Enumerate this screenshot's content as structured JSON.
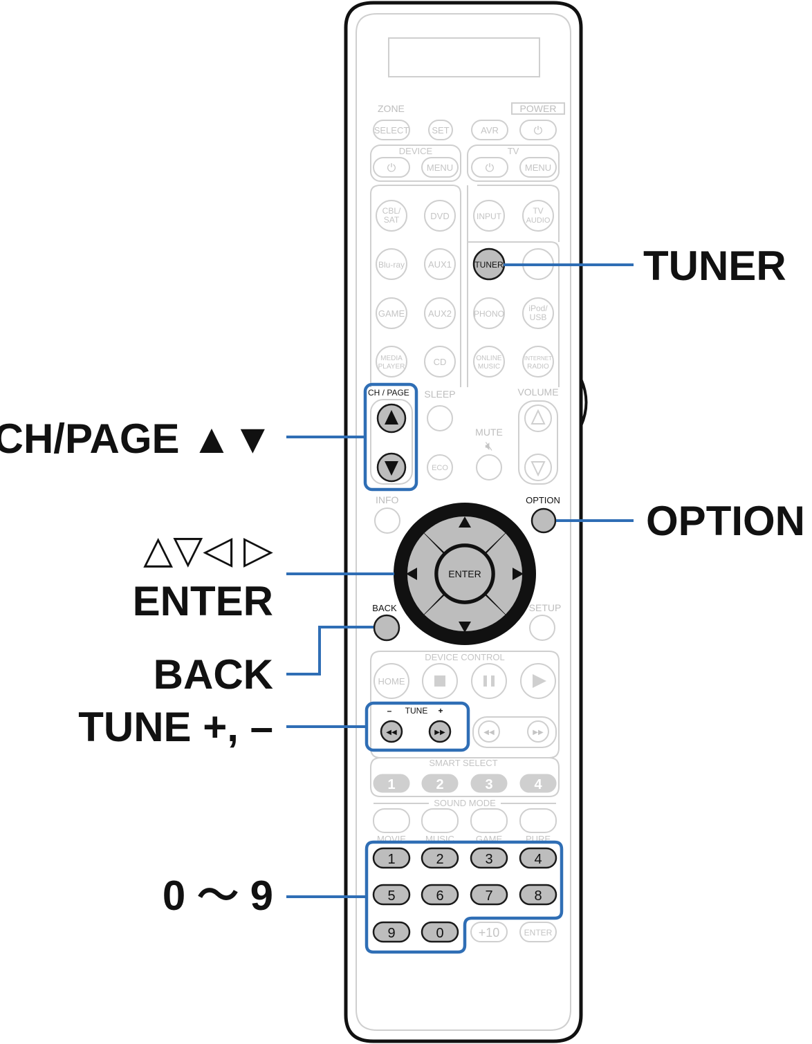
{
  "callouts": {
    "tuner": "TUNER",
    "option": "OPTION",
    "ch_page": "CH/PAGE ▲▼",
    "cursor": "△▽◁ ▷",
    "enter": "ENTER",
    "back": "BACK",
    "tune": "TUNE +, –",
    "digits": "0 〜 9"
  },
  "remote": {
    "zone": "ZONE",
    "power": "POWER",
    "select": "SELECT",
    "set": "SET",
    "avr": "AVR",
    "device": "DEVICE",
    "tv": "TV",
    "menu": "MENU",
    "cbl_sat_1": "CBL/",
    "cbl_sat_2": "SAT",
    "dvd": "DVD",
    "input": "INPUT",
    "tv_audio_1": "TV",
    "tv_audio_2": "AUDIO",
    "bluray": "Blu-ray",
    "aux1": "AUX1",
    "tuner": "TUNER",
    "game": "GAME",
    "aux2": "AUX2",
    "phono": "PHONO",
    "ipod_1": "iPod/",
    "ipod_2": "USB",
    "media_1": "MEDIA",
    "media_2": "PLAYER",
    "cd": "CD",
    "online_1": "ONLINE",
    "online_2": "MUSIC",
    "internet_1": "INTERNET",
    "internet_2": "RADIO",
    "ch_page": "CH / PAGE",
    "sleep": "SLEEP",
    "volume": "VOLUME",
    "mute": "MUTE",
    "eco": "ECO",
    "info": "INFO",
    "option": "OPTION",
    "enter": "ENTER",
    "back": "BACK",
    "setup": "SETUP",
    "device_control": "DEVICE CONTROL",
    "home": "HOME",
    "tune": "TUNE",
    "tune_minus": "–",
    "tune_plus": "+",
    "smart_select": "SMART SELECT",
    "smart": [
      "1",
      "2",
      "3",
      "4"
    ],
    "sound_mode": "SOUND MODE",
    "modes": [
      "MOVIE",
      "MUSIC",
      "GAME",
      "PURE"
    ],
    "digits": [
      "1",
      "2",
      "3",
      "4",
      "5",
      "6",
      "7",
      "8",
      "9",
      "0"
    ],
    "plus10": "+10",
    "enter_small": "ENTER"
  }
}
